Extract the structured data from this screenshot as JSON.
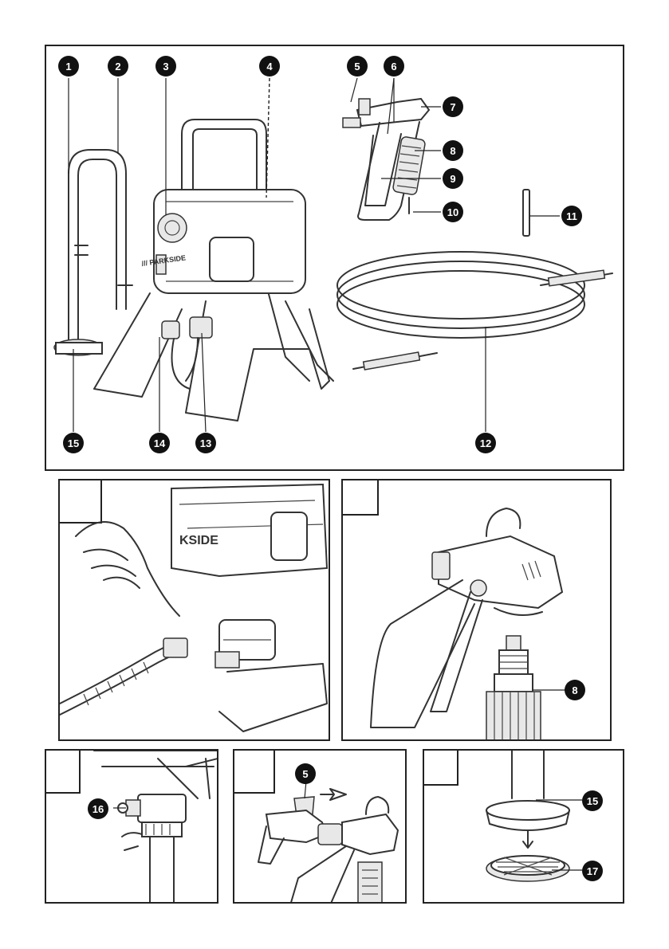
{
  "labels": {
    "n1": "1",
    "n2": "2",
    "n3": "3",
    "n4": "4",
    "n5": "5",
    "n6": "6",
    "n7": "7",
    "n8": "8",
    "n9": "9",
    "n10": "10",
    "n11": "11",
    "n12": "12",
    "n13": "13",
    "n14": "14",
    "n15": "15",
    "n16": "16",
    "n17": "17"
  },
  "brand_text": "KSIDE"
}
